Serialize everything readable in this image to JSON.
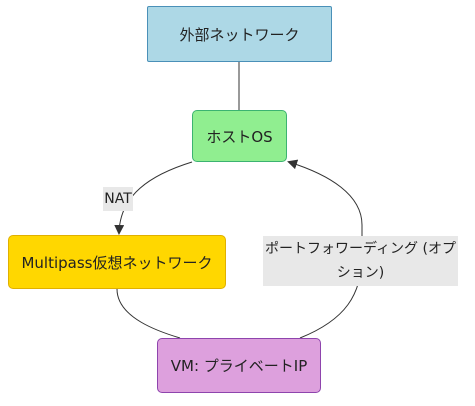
{
  "nodes": {
    "external": "外部ネットワーク",
    "host": "ホストOS",
    "multipass": "Multipass仮想ネットワーク",
    "vm": "VM: プライベートIP"
  },
  "edges": {
    "nat": "NAT",
    "port_forwarding": "ポートフォワーディング (オプション)"
  },
  "colors": {
    "external": "#add8e6",
    "host": "#90ee90",
    "multipass": "#ffd700",
    "vm": "#dda0dd",
    "edge_line": "#333333",
    "label_bg": "#e8e8e8"
  }
}
